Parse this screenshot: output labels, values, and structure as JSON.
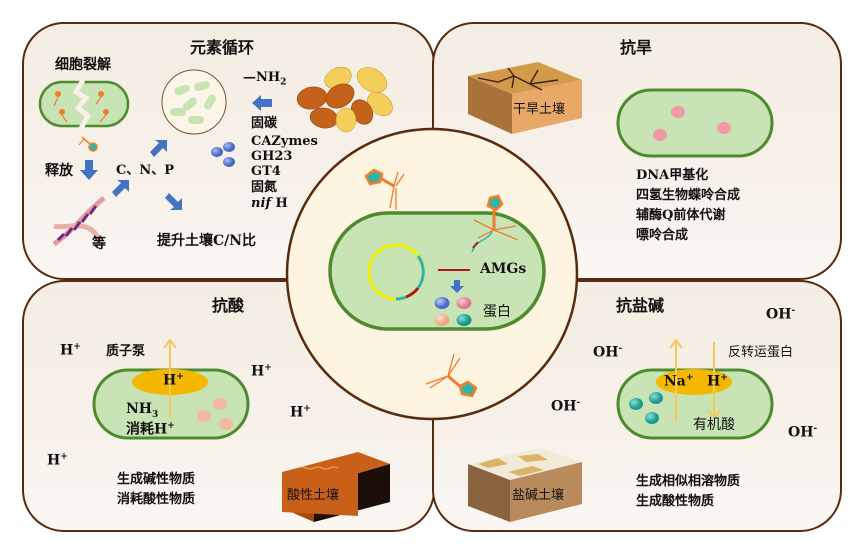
{
  "panels": {
    "element_cycling": {
      "title": "元素循环",
      "cell_lysis": "细胞裂解",
      "release": "释放",
      "nutrients": "C、N、P",
      "etc": "等",
      "amine": "—NH",
      "amine_sub": "2",
      "genes": [
        "固碳",
        "CAZymes",
        "GH23",
        "GT4",
        "固氮"
      ],
      "nifH_italic": "nif",
      "nifH_rest": "H",
      "cn_ratio": "提升土壤C/N比"
    },
    "drought": {
      "title": "抗旱",
      "soil_label": "干旱土壤",
      "mechanisms": [
        "DNA甲基化",
        "四氢生物蝶呤合成",
        "辅酶Q前体代谢",
        "嘌呤合成"
      ]
    },
    "acid": {
      "title": "抗酸",
      "proton_pump": "质子泵",
      "h_plus": "H",
      "plus": "+",
      "nh3": "NH",
      "nh3_sub": "3",
      "consume_h": "消耗H",
      "soil_label": "酸性土壤",
      "mechanisms": [
        "生成碱性物质",
        "消耗酸性物质"
      ]
    },
    "saline_alkali": {
      "title": "抗盐碱",
      "antiporter": "反转运蛋白",
      "oh": "OH",
      "minus": "-",
      "na": "Na",
      "h": "H",
      "plus": "+",
      "organic_acid": "有机酸",
      "soil_label": "盐碱土壤",
      "mechanisms": [
        "生成相似相溶物质",
        "生成酸性物质"
      ]
    }
  },
  "center": {
    "amgs_label": "AMGs",
    "protein_label": "蛋白"
  },
  "colors": {
    "border": "#5a2a10",
    "cell_fill": "#c8e4b4",
    "cell_stroke": "#4e8a2e",
    "center_bg": "#fdf4e1",
    "phage": "#f07d2c",
    "phage_head": "#2fb5a8",
    "arrow_blue": "#4472c4",
    "pump": "#f5b800"
  }
}
